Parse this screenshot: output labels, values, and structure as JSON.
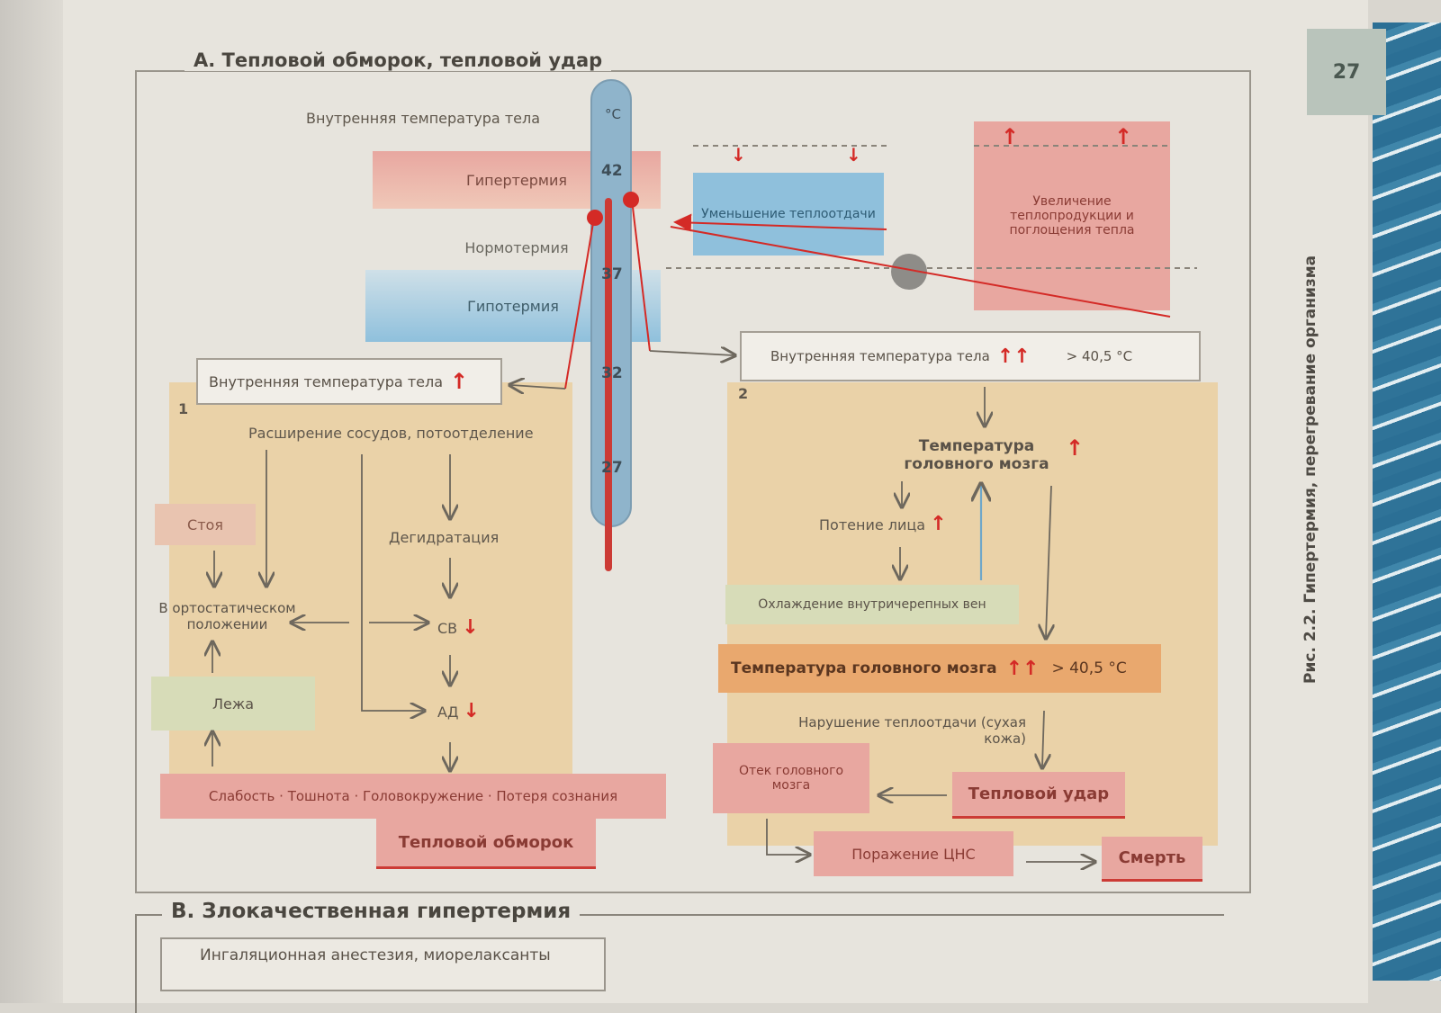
{
  "page_number": "27",
  "figure_caption": "Рис. 2.2. Гипертермия, перегревание организма",
  "section_a": {
    "title": "А. Тепловой обморок, тепловой удар",
    "top": {
      "core_temp_label": "Внутренняя температура тела",
      "hyperthermia": "Гипертермия",
      "normothermia": "Нормотермия",
      "hypothermia": "Гипотермия",
      "heat_loss_decrease": "Уменьшение теплоотдачи",
      "heat_production_increase": "Увеличение теплопродукции и поглощения тепла",
      "thermometer_ticks": [
        "°C",
        "42",
        "37",
        "32",
        "27"
      ]
    },
    "left": {
      "number": "1",
      "core_temp": "Внутренняя температура тела",
      "vasodilation": "Расширение сосудов, потоотделение",
      "standing": "Стоя",
      "orthostatic": "В ортостатическом положении",
      "lying": "Лежа",
      "dehydration": "Дегидратация",
      "sv": "СВ",
      "ad": "АД",
      "symptoms": "Слабость · Тошнота · Головокружение · Потеря сознания",
      "outcome": "Тепловой обморок"
    },
    "right": {
      "number": "2",
      "core_temp": "Внутренняя температура тела",
      "core_temp_value": "> 40,5 °C",
      "brain_temp": "Температура головного мозга",
      "sweating_face": "Потение лица",
      "cooling": "Охлаждение внутричерепных вен",
      "brain_temp_high": "Температура головного мозга",
      "brain_temp_value": "> 40,5 °C",
      "heat_loss_impaired": "Нарушение теплоотдачи (сухая кожа)",
      "brain_edema": "Отек головного мозга",
      "heat_stroke": "Тепловой удар",
      "cns_damage": "Поражение ЦНС",
      "death": "Смерть"
    },
    "arrows": {
      "up": "↑",
      "down": "↓",
      "double_up": "↑↑"
    }
  },
  "section_b": {
    "title": "B. Злокачественная гипертермия",
    "first_box": "Ингаляционная анестезия, миорелаксанты"
  },
  "colors": {
    "pink": "#e8a7a0",
    "tan": "#ead2a8",
    "blue": "#8fc0dc",
    "red": "#d42a26",
    "green": "#d7dcb8"
  }
}
